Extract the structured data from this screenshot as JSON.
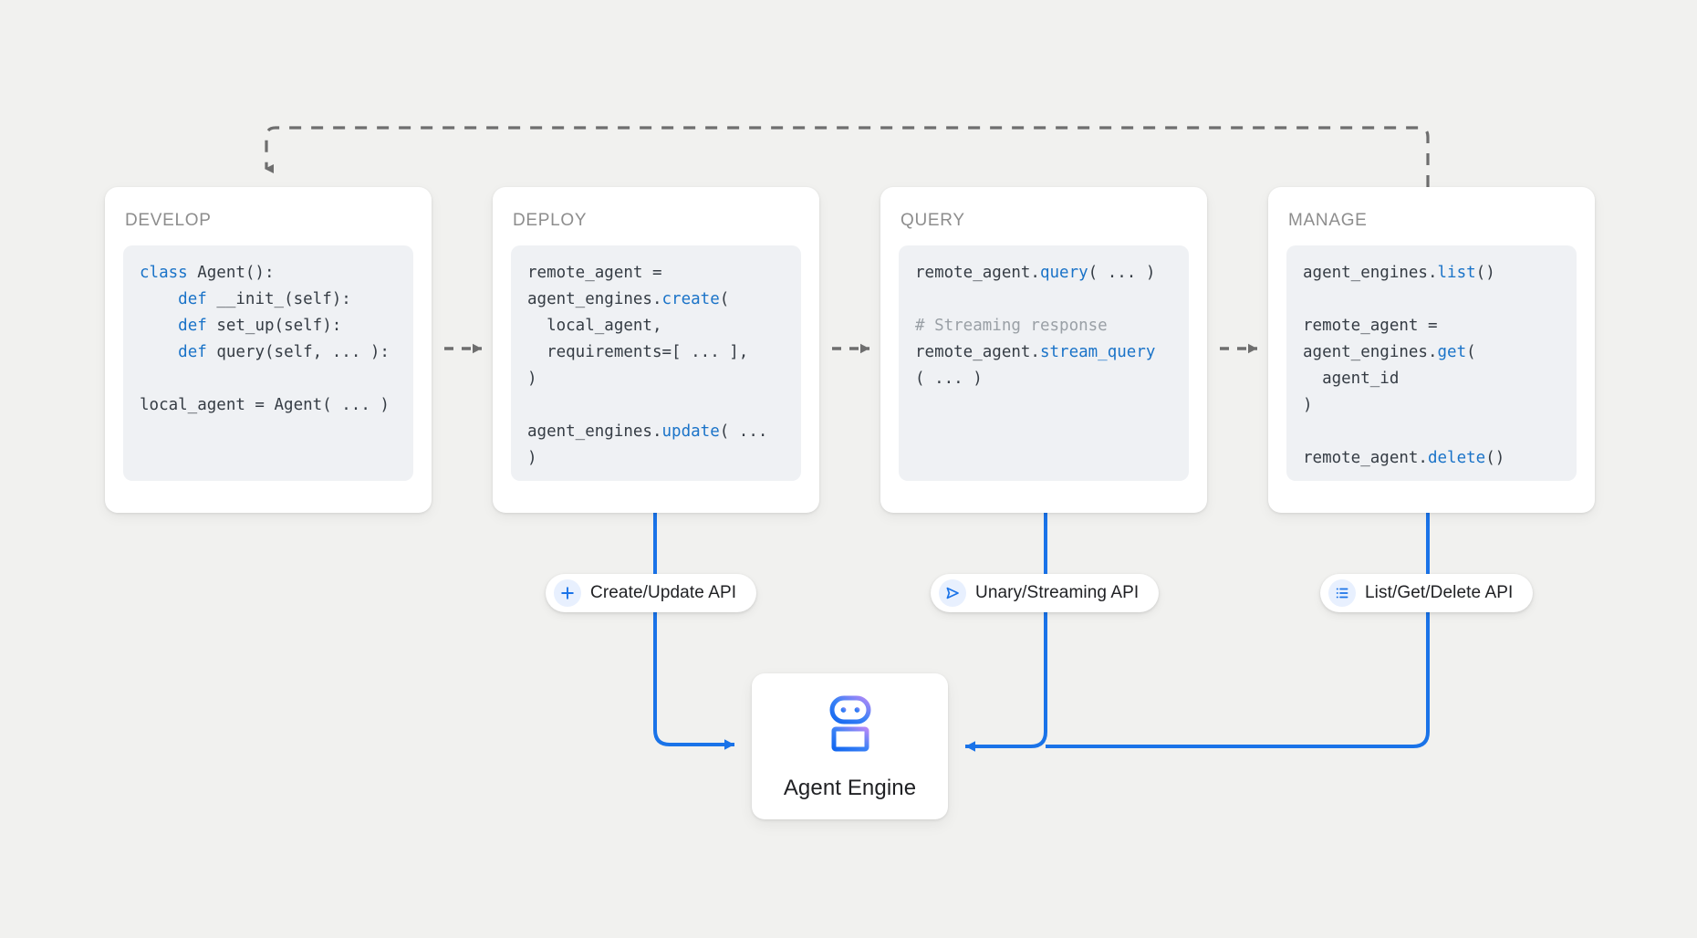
{
  "diagram": {
    "title": "Agent Engine lifecycle",
    "background_color": "#f1f1ef",
    "accent_blue": "#1a73e8",
    "dashed_arrow_color": "#6e6e6e"
  },
  "stages": [
    {
      "title": "DEVELOP",
      "code_lines": [
        [
          {
            "t": "class ",
            "c": "kw"
          },
          {
            "t": "Agent():",
            "c": ""
          }
        ],
        [
          {
            "t": "    def ",
            "c": "kw"
          },
          {
            "t": "__init_(self):",
            "c": ""
          }
        ],
        [
          {
            "t": "    def ",
            "c": "kw"
          },
          {
            "t": "set_up(self):",
            "c": ""
          }
        ],
        [
          {
            "t": "    def ",
            "c": "kw"
          },
          {
            "t": "query(self, ... ):",
            "c": ""
          }
        ],
        [
          {
            "t": "",
            "c": ""
          }
        ],
        [
          {
            "t": "local_agent = Agent( ... )",
            "c": ""
          }
        ]
      ]
    },
    {
      "title": "DEPLOY",
      "code_lines": [
        [
          {
            "t": "remote_agent =",
            "c": ""
          }
        ],
        [
          {
            "t": "agent_engines.",
            "c": ""
          },
          {
            "t": "create",
            "c": "fn"
          },
          {
            "t": "(",
            "c": ""
          }
        ],
        [
          {
            "t": "  local_agent,",
            "c": ""
          }
        ],
        [
          {
            "t": "  requirements=[ ... ],",
            "c": ""
          }
        ],
        [
          {
            "t": ")",
            "c": ""
          }
        ],
        [
          {
            "t": "",
            "c": ""
          }
        ],
        [
          {
            "t": "agent_engines.",
            "c": ""
          },
          {
            "t": "update",
            "c": "fn"
          },
          {
            "t": "( ... )",
            "c": ""
          }
        ]
      ]
    },
    {
      "title": "QUERY",
      "code_lines": [
        [
          {
            "t": "remote_agent.",
            "c": ""
          },
          {
            "t": "query",
            "c": "fn"
          },
          {
            "t": "( ... )",
            "c": ""
          }
        ],
        [
          {
            "t": "",
            "c": ""
          }
        ],
        [
          {
            "t": "# Streaming response",
            "c": "cmt"
          }
        ],
        [
          {
            "t": "remote_agent.",
            "c": ""
          },
          {
            "t": "stream_query",
            "c": "fn"
          }
        ],
        [
          {
            "t": "( ... )",
            "c": ""
          }
        ]
      ]
    },
    {
      "title": "MANAGE",
      "code_lines": [
        [
          {
            "t": "agent_engines.",
            "c": ""
          },
          {
            "t": "list",
            "c": "fn"
          },
          {
            "t": "()",
            "c": ""
          }
        ],
        [
          {
            "t": "",
            "c": ""
          }
        ],
        [
          {
            "t": "remote_agent =",
            "c": ""
          }
        ],
        [
          {
            "t": "agent_engines.",
            "c": ""
          },
          {
            "t": "get",
            "c": "fn"
          },
          {
            "t": "(",
            "c": ""
          }
        ],
        [
          {
            "t": "  agent_id",
            "c": ""
          }
        ],
        [
          {
            "t": ")",
            "c": ""
          }
        ],
        [
          {
            "t": "",
            "c": ""
          }
        ],
        [
          {
            "t": "remote_agent.",
            "c": ""
          },
          {
            "t": "delete",
            "c": "fn"
          },
          {
            "t": "()",
            "c": ""
          }
        ]
      ]
    }
  ],
  "api_pills": [
    {
      "label": "Create/Update API",
      "icon": "plus-icon"
    },
    {
      "label": "Unary/Streaming API",
      "icon": "send-icon"
    },
    {
      "label": "List/Get/Delete API",
      "icon": "list-icon"
    }
  ],
  "agent_engine": {
    "label": "Agent Engine",
    "icon": "robot-icon",
    "icon_gradient_from": "#1a73e8",
    "icon_gradient_to": "#b388f7"
  }
}
